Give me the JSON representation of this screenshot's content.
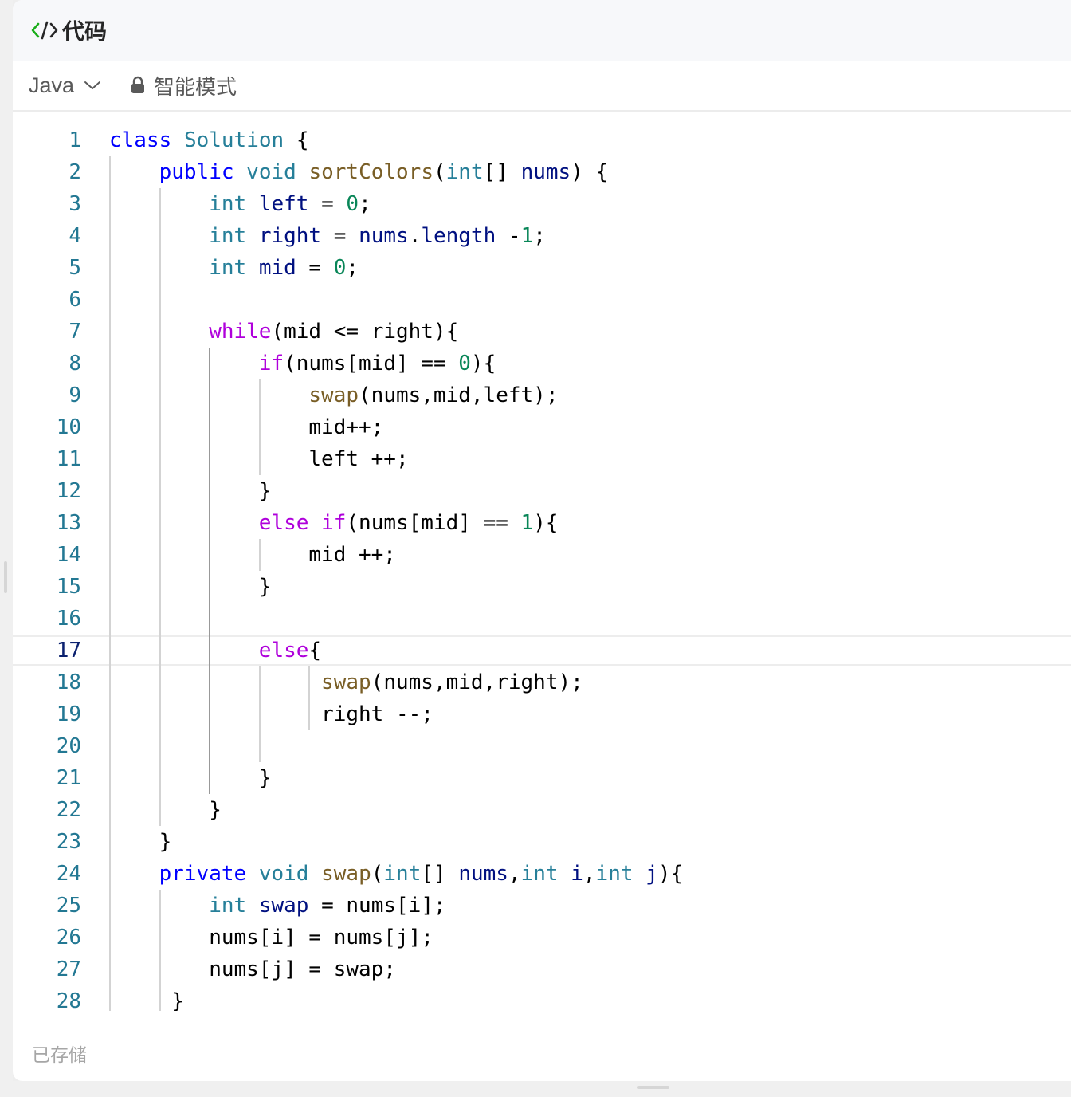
{
  "header": {
    "title": "代码",
    "icon": "code-icon",
    "icon_color": "#1aad19"
  },
  "toolbar": {
    "language": "Java",
    "mode_label": "智能模式"
  },
  "editor": {
    "active_line": 17,
    "lines": [
      {
        "n": "1",
        "indent": 0,
        "tokens": [
          [
            "kw",
            "class"
          ],
          [
            "",
            " "
          ],
          [
            "ty",
            "Solution"
          ],
          [
            "",
            " {"
          ]
        ]
      },
      {
        "n": "2",
        "indent": 4,
        "tokens": [
          [
            "kw",
            "public"
          ],
          [
            "",
            " "
          ],
          [
            "ty",
            "void"
          ],
          [
            "",
            " "
          ],
          [
            "fn",
            "sortColors"
          ],
          [
            "",
            "("
          ],
          [
            "ty",
            "int"
          ],
          [
            "",
            "[] "
          ],
          [
            "var",
            "nums"
          ],
          [
            "",
            ") {"
          ]
        ]
      },
      {
        "n": "3",
        "indent": 8,
        "tokens": [
          [
            "ty",
            "int"
          ],
          [
            "",
            " "
          ],
          [
            "var",
            "left"
          ],
          [
            "",
            " = "
          ],
          [
            "num",
            "0"
          ],
          [
            "",
            ";"
          ]
        ]
      },
      {
        "n": "4",
        "indent": 8,
        "tokens": [
          [
            "ty",
            "int"
          ],
          [
            "",
            " "
          ],
          [
            "var",
            "right"
          ],
          [
            "",
            " = "
          ],
          [
            "var",
            "nums"
          ],
          [
            "",
            "."
          ],
          [
            "var",
            "length"
          ],
          [
            "",
            " -"
          ],
          [
            "num",
            "1"
          ],
          [
            "",
            ";"
          ]
        ]
      },
      {
        "n": "5",
        "indent": 8,
        "tokens": [
          [
            "ty",
            "int"
          ],
          [
            "",
            " "
          ],
          [
            "var",
            "mid"
          ],
          [
            "",
            " = "
          ],
          [
            "num",
            "0"
          ],
          [
            "",
            ";"
          ]
        ]
      },
      {
        "n": "6",
        "indent": 0,
        "tokens": []
      },
      {
        "n": "7",
        "indent": 8,
        "tokens": [
          [
            "ctl",
            "while"
          ],
          [
            "",
            "(mid <= right){"
          ]
        ]
      },
      {
        "n": "8",
        "indent": 12,
        "tokens": [
          [
            "ctl",
            "if"
          ],
          [
            "",
            "(nums[mid] == "
          ],
          [
            "num",
            "0"
          ],
          [
            "",
            "){"
          ]
        ]
      },
      {
        "n": "9",
        "indent": 16,
        "tokens": [
          [
            "fn",
            "swap"
          ],
          [
            "",
            "(nums,mid,left);"
          ]
        ]
      },
      {
        "n": "10",
        "indent": 16,
        "tokens": [
          [
            "",
            "mid++;"
          ]
        ]
      },
      {
        "n": "11",
        "indent": 16,
        "tokens": [
          [
            "",
            "left ++;"
          ]
        ]
      },
      {
        "n": "12",
        "indent": 12,
        "tokens": [
          [
            "",
            "}"
          ]
        ]
      },
      {
        "n": "13",
        "indent": 12,
        "tokens": [
          [
            "ctl",
            "else"
          ],
          [
            "",
            " "
          ],
          [
            "ctl",
            "if"
          ],
          [
            "",
            "(nums[mid] == "
          ],
          [
            "num",
            "1"
          ],
          [
            "",
            "){"
          ]
        ]
      },
      {
        "n": "14",
        "indent": 16,
        "tokens": [
          [
            "",
            "mid ++;"
          ]
        ]
      },
      {
        "n": "15",
        "indent": 12,
        "tokens": [
          [
            "",
            "}"
          ]
        ]
      },
      {
        "n": "16",
        "indent": 0,
        "tokens": []
      },
      {
        "n": "17",
        "indent": 12,
        "tokens": [
          [
            "ctl",
            "else"
          ],
          [
            "",
            "{"
          ]
        ]
      },
      {
        "n": "18",
        "indent": 17,
        "tokens": [
          [
            "fn",
            "swap"
          ],
          [
            "",
            "(nums,mid,right);"
          ]
        ]
      },
      {
        "n": "19",
        "indent": 17,
        "tokens": [
          [
            "",
            "right --;"
          ]
        ]
      },
      {
        "n": "20",
        "indent": 0,
        "tokens": []
      },
      {
        "n": "21",
        "indent": 12,
        "tokens": [
          [
            "",
            "}"
          ]
        ]
      },
      {
        "n": "22",
        "indent": 8,
        "tokens": [
          [
            "",
            "}"
          ]
        ]
      },
      {
        "n": "23",
        "indent": 4,
        "tokens": [
          [
            "",
            "}"
          ]
        ]
      },
      {
        "n": "24",
        "indent": 4,
        "tokens": [
          [
            "kw",
            "private"
          ],
          [
            "",
            " "
          ],
          [
            "ty",
            "void"
          ],
          [
            "",
            " "
          ],
          [
            "fn",
            "swap"
          ],
          [
            "",
            "("
          ],
          [
            "ty",
            "int"
          ],
          [
            "",
            "[] "
          ],
          [
            "var",
            "nums"
          ],
          [
            "",
            ","
          ],
          [
            "ty",
            "int"
          ],
          [
            "",
            " "
          ],
          [
            "var",
            "i"
          ],
          [
            "",
            ","
          ],
          [
            "ty",
            "int"
          ],
          [
            "",
            " "
          ],
          [
            "var",
            "j"
          ],
          [
            "",
            "){"
          ]
        ]
      },
      {
        "n": "25",
        "indent": 8,
        "tokens": [
          [
            "ty",
            "int"
          ],
          [
            "",
            " "
          ],
          [
            "var",
            "swap"
          ],
          [
            "",
            " = nums[i];"
          ]
        ]
      },
      {
        "n": "26",
        "indent": 8,
        "tokens": [
          [
            "",
            "nums[i] = nums[j];"
          ]
        ]
      },
      {
        "n": "27",
        "indent": 8,
        "tokens": [
          [
            "",
            "nums[j] = swap;"
          ]
        ]
      },
      {
        "n": "28",
        "indent": 5,
        "tokens": [
          [
            "",
            "}"
          ]
        ]
      }
    ],
    "guides": [
      {
        "col": 0,
        "from": 2,
        "to": 28,
        "dark": false
      },
      {
        "col": 4,
        "from": 3,
        "to": 22,
        "dark": false
      },
      {
        "col": 4,
        "from": 25,
        "to": 28,
        "dark": false
      },
      {
        "col": 8,
        "from": 8,
        "to": 21,
        "dark": true
      },
      {
        "col": 12,
        "from": 9,
        "to": 11,
        "dark": false
      },
      {
        "col": 12,
        "from": 14,
        "to": 14,
        "dark": false
      },
      {
        "col": 12,
        "from": 18,
        "to": 20,
        "dark": false
      },
      {
        "col": 16,
        "from": 18,
        "to": 19,
        "dark": false
      }
    ]
  },
  "footer": {
    "status": "已存储"
  }
}
